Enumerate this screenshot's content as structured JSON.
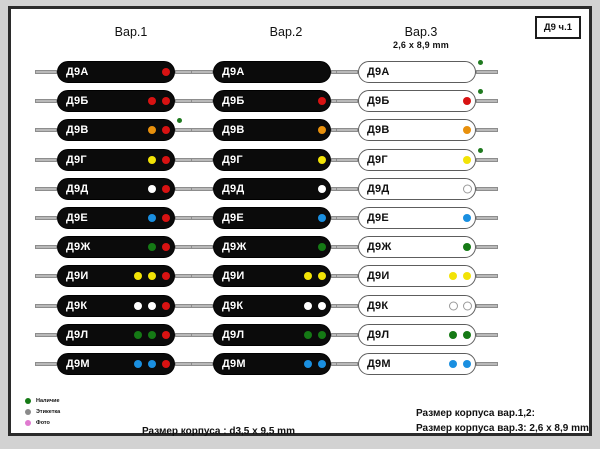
{
  "badge": {
    "label": "Д9 ч.1"
  },
  "columns": [
    {
      "title": "Вар.1",
      "subtitle": ""
    },
    {
      "title": "Вар.2",
      "subtitle": ""
    },
    {
      "title": "Вар.3",
      "subtitle": "2,6 x 8,9 mm"
    }
  ],
  "colors": {
    "red": "#d81212",
    "orange": "#e8900c",
    "yellow": "#f2e306",
    "white": "#ffffff",
    "blue": "#1a8fe0",
    "green": "#157a15",
    "avail_green": "#1f7a1f",
    "label_gray": "#8a8a8a",
    "photo_pink": "#e07ad0",
    "body_dark": "#0b0b0b",
    "lead": "#b9b9b9"
  },
  "rows": [
    {
      "name": "Д9А",
      "v1": {
        "dots": [
          "red"
        ],
        "avail": false
      },
      "v2": {
        "dots": [],
        "avail": false
      },
      "v3": {
        "dots": [],
        "avail": true
      }
    },
    {
      "name": "Д9Б",
      "v1": {
        "dots": [
          "red",
          "red"
        ],
        "avail": false
      },
      "v2": {
        "dots": [
          "red"
        ],
        "avail": false
      },
      "v3": {
        "dots": [
          "red"
        ],
        "avail": true
      }
    },
    {
      "name": "Д9В",
      "v1": {
        "dots": [
          "orange",
          "red"
        ],
        "avail": true
      },
      "v2": {
        "dots": [
          "orange"
        ],
        "avail": false
      },
      "v3": {
        "dots": [
          "orange"
        ],
        "avail": false
      }
    },
    {
      "name": "Д9Г",
      "v1": {
        "dots": [
          "yellow",
          "red"
        ],
        "avail": false
      },
      "v2": {
        "dots": [
          "yellow"
        ],
        "avail": false
      },
      "v3": {
        "dots": [
          "yellow"
        ],
        "avail": true
      }
    },
    {
      "name": "Д9Д",
      "v1": {
        "dots": [
          "white",
          "red"
        ],
        "avail": false
      },
      "v2": {
        "dots": [
          "white"
        ],
        "avail": false
      },
      "v3": {
        "dots": [
          "white"
        ],
        "avail": false
      }
    },
    {
      "name": "Д9Е",
      "v1": {
        "dots": [
          "blue",
          "red"
        ],
        "avail": false
      },
      "v2": {
        "dots": [
          "blue"
        ],
        "avail": false
      },
      "v3": {
        "dots": [
          "blue"
        ],
        "avail": false
      }
    },
    {
      "name": "Д9Ж",
      "v1": {
        "dots": [
          "green",
          "red"
        ],
        "avail": false
      },
      "v2": {
        "dots": [
          "green"
        ],
        "avail": false
      },
      "v3": {
        "dots": [
          "green"
        ],
        "avail": false
      }
    },
    {
      "name": "Д9И",
      "v1": {
        "dots": [
          "yellow",
          "yellow",
          "red"
        ],
        "avail": false
      },
      "v2": {
        "dots": [
          "yellow",
          "yellow"
        ],
        "avail": false
      },
      "v3": {
        "dots": [
          "yellow",
          "yellow"
        ],
        "avail": false
      }
    },
    {
      "name": "Д9К",
      "v1": {
        "dots": [
          "white",
          "white",
          "red"
        ],
        "avail": false
      },
      "v2": {
        "dots": [
          "white",
          "white"
        ],
        "avail": false
      },
      "v3": {
        "dots": [
          "white",
          "white"
        ],
        "avail": false
      }
    },
    {
      "name": "Д9Л",
      "v1": {
        "dots": [
          "green",
          "green",
          "red"
        ],
        "avail": false
      },
      "v2": {
        "dots": [
          "green",
          "green"
        ],
        "avail": false
      },
      "v3": {
        "dots": [
          "green",
          "green"
        ],
        "avail": false
      }
    },
    {
      "name": "Д9М",
      "v1": {
        "dots": [
          "blue",
          "blue",
          "red"
        ],
        "avail": false
      },
      "v2": {
        "dots": [
          "blue",
          "blue"
        ],
        "avail": false
      },
      "v3": {
        "dots": [
          "blue",
          "blue"
        ],
        "avail": false
      }
    }
  ],
  "legend": [
    {
      "label": "Наличие",
      "color": "#157a15"
    },
    {
      "label": "Этикетка",
      "color": "#8a8a8a"
    },
    {
      "label": "Фото",
      "color": "#e07ad0"
    }
  ],
  "footer": {
    "center": "Размер корпуса : d3,5 x 9,5 mm",
    "right_line1": "Размер корпуса вар.1,2:",
    "right_line2": "Размер корпуса вар.3: 2,6 x 8,9 mm"
  }
}
